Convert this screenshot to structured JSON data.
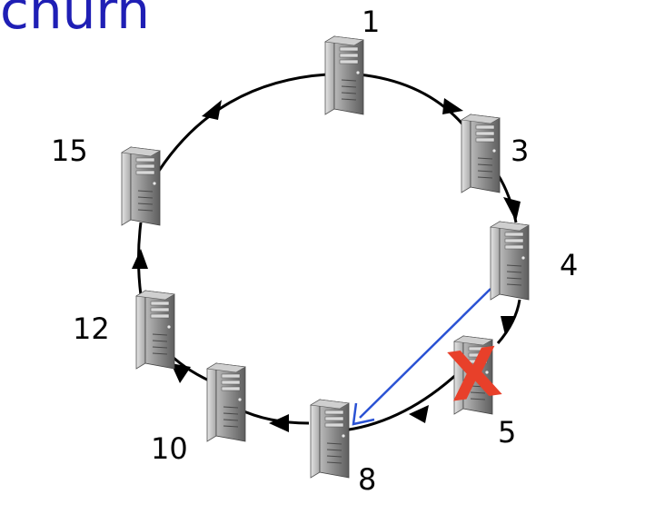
{
  "slide": {
    "title_fragment": "churn"
  },
  "ring": {
    "nodes": [
      {
        "id": "1",
        "label": "1",
        "failed": false
      },
      {
        "id": "3",
        "label": "3",
        "failed": false
      },
      {
        "id": "4",
        "label": "4",
        "failed": false
      },
      {
        "id": "5",
        "label": "5",
        "failed": true
      },
      {
        "id": "8",
        "label": "8",
        "failed": false
      },
      {
        "id": "10",
        "label": "10",
        "failed": false
      },
      {
        "id": "12",
        "label": "12",
        "failed": false
      },
      {
        "id": "15",
        "label": "15",
        "failed": false
      }
    ],
    "failure_mark": "X",
    "reroute": {
      "from": "4",
      "to": "8"
    }
  },
  "colors": {
    "title": "#1f1fb5",
    "ring_line": "#000000",
    "reroute_arrow": "#2a52d4",
    "failure_mark": "#e8402a",
    "server_body": "#8d8d8d"
  }
}
